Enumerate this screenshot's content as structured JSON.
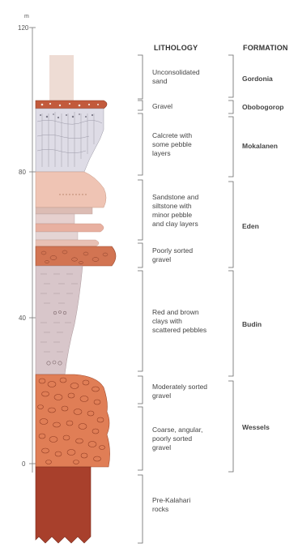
{
  "axis": {
    "unit": "m",
    "ticks": [
      {
        "label": "120",
        "value": 120
      },
      {
        "label": "80",
        "value": 80
      },
      {
        "label": "40",
        "value": 40
      },
      {
        "label": "0",
        "value": 0
      }
    ]
  },
  "headings": {
    "lithology": "LITHOLOGY",
    "formation": "FORMATION"
  },
  "lithology": [
    {
      "lines": [
        "Unconsolidated",
        "sand"
      ]
    },
    {
      "lines": [
        "Gravel"
      ]
    },
    {
      "lines": [
        "Calcrete with",
        "some pebble",
        "layers"
      ]
    },
    {
      "lines": [
        "Sandstone and",
        "siltstone with",
        "minor pebble",
        "and clay layers"
      ]
    },
    {
      "lines": [
        "Poorly sorted",
        "gravel"
      ]
    },
    {
      "lines": [
        "Red and brown",
        "clays with",
        "scattered pebbles"
      ]
    },
    {
      "lines": [
        "Moderately sorted",
        "gravel"
      ]
    },
    {
      "lines": [
        "Coarse, angular,",
        "poorly sorted",
        "gravel"
      ]
    },
    {
      "lines": [
        "Pre-Kalahari",
        "rocks"
      ]
    }
  ],
  "formations": [
    {
      "name": "Gordonia"
    },
    {
      "name": "Obobogorop"
    },
    {
      "name": "Mokalanen"
    },
    {
      "name": "Eden"
    },
    {
      "name": "Budin"
    },
    {
      "name": "Wessels"
    }
  ],
  "colors": {
    "sand": "#eedcd4",
    "gravel_red": "#c25a3c",
    "calcrete": "#dedce6",
    "sandstone": "#efc4b4",
    "poor_gravel": "#d27452",
    "clay": "#d8c6ca",
    "mod_gravel": "#e07e56",
    "pre_kalahari": "#a8402c",
    "line": "#666666"
  }
}
